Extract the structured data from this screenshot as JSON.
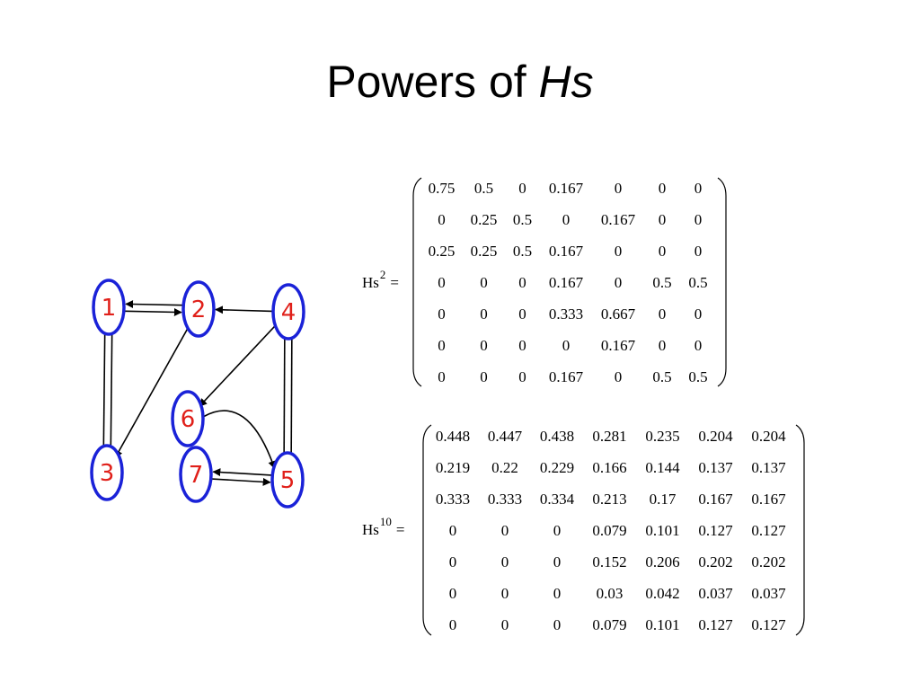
{
  "slide": {
    "title_main": "Powers of ",
    "title_italic": "Hs"
  },
  "graph": {
    "nodes": [
      {
        "id": "1",
        "label": "1"
      },
      {
        "id": "2",
        "label": "2"
      },
      {
        "id": "3",
        "label": "3"
      },
      {
        "id": "4",
        "label": "4"
      },
      {
        "id": "5",
        "label": "5"
      },
      {
        "id": "6",
        "label": "6"
      },
      {
        "id": "7",
        "label": "7"
      }
    ],
    "edges": [
      {
        "from": "1",
        "to": "2"
      },
      {
        "from": "2",
        "to": "1"
      },
      {
        "from": "1",
        "to": "3"
      },
      {
        "from": "3",
        "to": "1"
      },
      {
        "from": "2",
        "to": "3"
      },
      {
        "from": "4",
        "to": "2"
      },
      {
        "from": "4",
        "to": "6"
      },
      {
        "from": "4",
        "to": "5"
      },
      {
        "from": "5",
        "to": "4"
      },
      {
        "from": "6",
        "to": "5"
      },
      {
        "from": "7",
        "to": "5"
      },
      {
        "from": "5",
        "to": "7"
      }
    ],
    "node_border_color": "#1a22d8",
    "label_color": "#e0201a"
  },
  "hs2": {
    "label_base": "Hs",
    "label_exp": "2",
    "equals": "=",
    "rows": [
      [
        "0.75",
        "0.5",
        "0",
        "0.167",
        "0",
        "0",
        "0"
      ],
      [
        "0",
        "0.25",
        "0.5",
        "0",
        "0.167",
        "0",
        "0"
      ],
      [
        "0.25",
        "0.25",
        "0.5",
        "0.167",
        "0",
        "0",
        "0"
      ],
      [
        "0",
        "0",
        "0",
        "0.167",
        "0",
        "0.5",
        "0.5"
      ],
      [
        "0",
        "0",
        "0",
        "0.333",
        "0.667",
        "0",
        "0"
      ],
      [
        "0",
        "0",
        "0",
        "0",
        "0.167",
        "0",
        "0"
      ],
      [
        "0",
        "0",
        "0",
        "0.167",
        "0",
        "0.5",
        "0.5"
      ]
    ]
  },
  "hs10": {
    "label_base": "Hs",
    "label_exp": "10",
    "equals": "=",
    "rows": [
      [
        "0.448",
        "0.447",
        "0.438",
        "0.281",
        "0.235",
        "0.204",
        "0.204"
      ],
      [
        "0.219",
        "0.22",
        "0.229",
        "0.166",
        "0.144",
        "0.137",
        "0.137"
      ],
      [
        "0.333",
        "0.333",
        "0.334",
        "0.213",
        "0.17",
        "0.167",
        "0.167"
      ],
      [
        "0",
        "0",
        "0",
        "0.079",
        "0.101",
        "0.127",
        "0.127"
      ],
      [
        "0",
        "0",
        "0",
        "0.152",
        "0.206",
        "0.202",
        "0.202"
      ],
      [
        "0",
        "0",
        "0",
        "0.03",
        "0.042",
        "0.037",
        "0.037"
      ],
      [
        "0",
        "0",
        "0",
        "0.079",
        "0.101",
        "0.127",
        "0.127"
      ]
    ]
  }
}
